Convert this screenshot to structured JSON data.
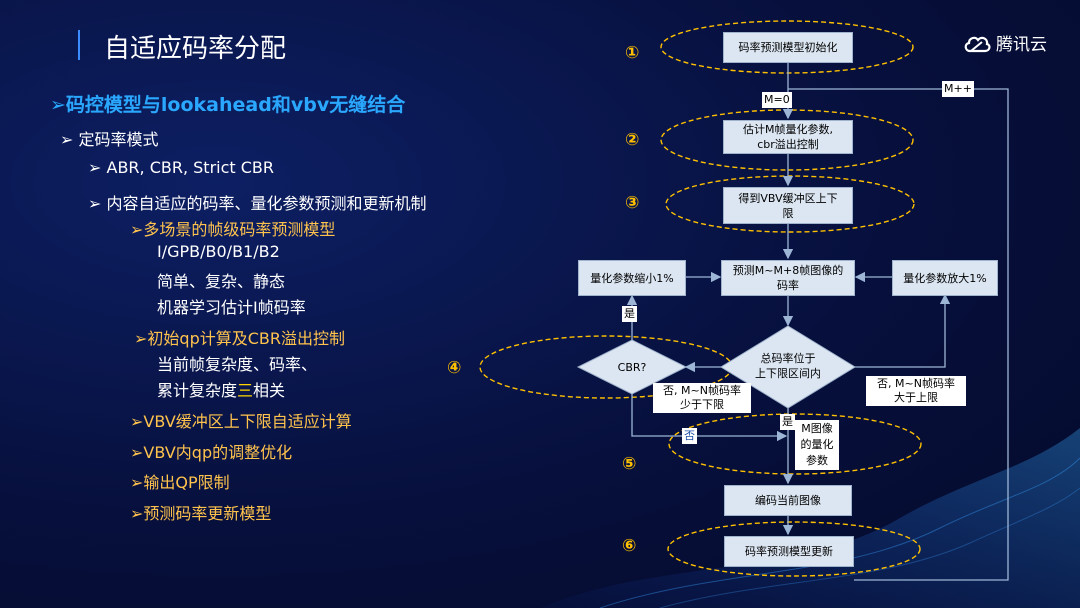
{
  "slide": {
    "title": "自适应码率分配",
    "brand": "腾讯云"
  },
  "content": {
    "heading": "➢码控模型与lookahead和vbv无缝结合",
    "sub_heading": "➢ 定码率模式",
    "mode_types": "➢ ABR, CBR, Strict CBR",
    "mechanism": "➢ 内容自适应的码率、量化参数预测和更新机制",
    "item1": "➢多场景的帧级码率预测模型",
    "item1_line1": "I/GPB/B0/B1/B2",
    "item1_line2": "简单、复杂、静态",
    "item1_line3": "机器学习估计I帧码率",
    "item2": "➢初始qp计算及CBR溢出控制",
    "item2_line1": "当前帧复杂度、码率、",
    "item2_line2a": "累计复杂度",
    "item2_line2b": "三",
    "item2_line2c": "相关",
    "item3": "➢VBV缓冲区上下限自适应计算",
    "item4": "➢VBV内qp的调整优化",
    "item5": "➢输出QP限制",
    "item6": "➢预测码率更新模型"
  },
  "flowchart": {
    "step_numbers": [
      "①",
      "②",
      "③",
      "④",
      "⑤",
      "⑥"
    ],
    "init": "码率预测模型初始化",
    "m_zero": "M=0",
    "m_inc": "M++",
    "estimate_line1": "估计M帧量化参数,",
    "estimate_line2": "cbr溢出控制",
    "vbv_line1": "得到VBV缓冲区上下",
    "vbv_line2": "限",
    "predict_line1": "预测M~M+8帧图像的",
    "predict_line2": "码率",
    "scale_down": "量化参数缩小1%",
    "scale_up": "量化参数放大1%",
    "yes_top": "是",
    "decision_line1": "总码率位于",
    "decision_line2": "上下限区间内",
    "cbr_q": "CBR?",
    "below_line1": "否, M~N帧码率",
    "below_line2": "少于下限",
    "above_line1": "否, M~N帧码率",
    "above_line2": "大于上限",
    "no_label": "否",
    "yes_bottom": "是",
    "mqp_line1": "M图像",
    "mqp_line2": "的量化",
    "mqp_line3": "参数",
    "encode": "编码当前图像",
    "update": "码率预测模型更新"
  }
}
